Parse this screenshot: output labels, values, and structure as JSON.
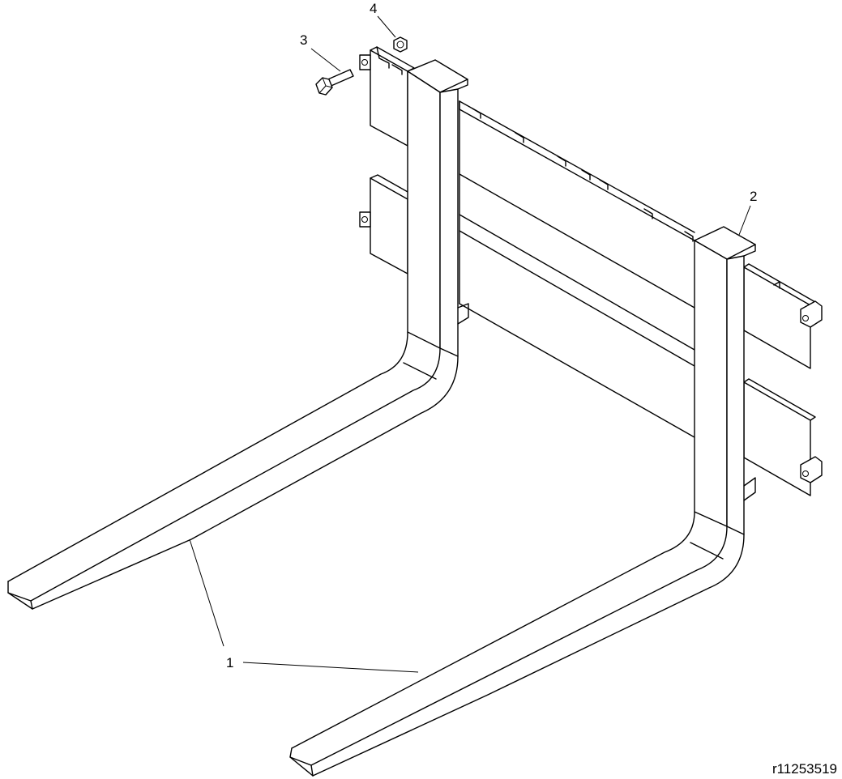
{
  "callouts": [
    {
      "id": "1",
      "label": "1"
    },
    {
      "id": "2",
      "label": "2"
    },
    {
      "id": "3",
      "label": "3"
    },
    {
      "id": "4",
      "label": "4"
    }
  ],
  "reference_code": "r11253519"
}
